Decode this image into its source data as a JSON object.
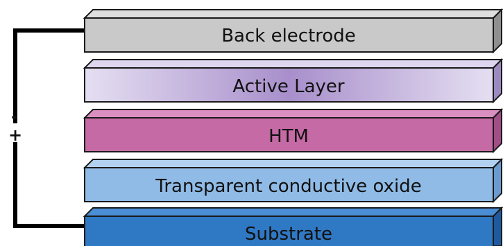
{
  "diagram": {
    "layers": [
      {
        "label": "Back electrode",
        "fill": "#c9c9c9",
        "side": "#8f8f8f",
        "top": "#dedede"
      },
      {
        "label": "Active Layer",
        "fill": "#b8a9d6",
        "side": "#9a8ac0",
        "top": "#ddd6ee",
        "gradient": [
          "#e5dff2",
          "#a88fcb",
          "#e5dff2"
        ]
      },
      {
        "label": "HTM",
        "fill": "#c66aa6",
        "side": "#a04e86",
        "top": "#d98fc0"
      },
      {
        "label": "Transparent conductive oxide",
        "fill": "#8fbbe6",
        "side": "#6a9ad0",
        "top": "#b2d1f0"
      },
      {
        "label": "Substrate",
        "fill": "#2f78c4",
        "side": "#1f5aa0",
        "top": "#4a8fd6"
      }
    ],
    "terminals": {
      "negative": "-",
      "positive": "+"
    },
    "colors": {
      "wire": "#000000",
      "outline": "#1a1a1a"
    }
  }
}
